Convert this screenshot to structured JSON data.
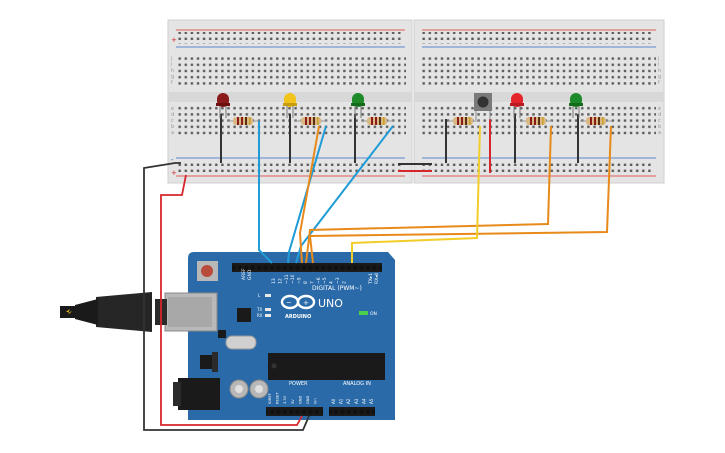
{
  "board": {
    "digital_label": "DIGITAL (PWM~)",
    "uno_label": "UNO",
    "arduino_label": "ARDUINO",
    "on_label": "ON",
    "power_label": "POWER",
    "analog_label": "ANALOG IN",
    "tx_label": "TX",
    "rx_label": "RX",
    "l_label": "L",
    "aref_label": "AREF",
    "gnd_label": "GND",
    "tx1_label": "TX▸1",
    "rx0_label": "RX◂0",
    "pin_labels": [
      "13",
      "12",
      "~11",
      "~10",
      "~9",
      "8",
      "7",
      "~6",
      "~5",
      "4",
      "~3",
      "2"
    ],
    "power_pins": [
      "IOREF",
      "RESET",
      "3.3V",
      "5V",
      "GND",
      "GND",
      "Vin"
    ],
    "analog_pins": [
      "A0",
      "A1",
      "A2",
      "A3",
      "A4",
      "A5"
    ]
  },
  "breadboard": {
    "row_letters_top": [
      "j",
      "i",
      "h",
      "g",
      "f"
    ],
    "row_letters_bottom": [
      "e",
      "d",
      "c",
      "b",
      "a"
    ],
    "rail_plus": "+",
    "rail_minus": "-"
  },
  "components": {
    "leds": [
      {
        "color": "red",
        "hex": "#8b1a1a"
      },
      {
        "color": "yellow",
        "hex": "#f2c31a"
      },
      {
        "color": "green",
        "hex": "#1f8a2a"
      },
      {
        "color": "red",
        "hex": "#e3242b"
      },
      {
        "color": "green",
        "hex": "#1f8a2a"
      }
    ],
    "pushbutton": "pushbutton",
    "usb_cable": "usb-cable",
    "dc_jack": "dc-jack"
  },
  "colors": {
    "board": "#2a6aa8",
    "wire_blue": "#1f9bd6",
    "wire_orange": "#e88a1a",
    "wire_yellow": "#f2cd2a",
    "wire_red": "#d6262b",
    "wire_black": "#333333"
  }
}
